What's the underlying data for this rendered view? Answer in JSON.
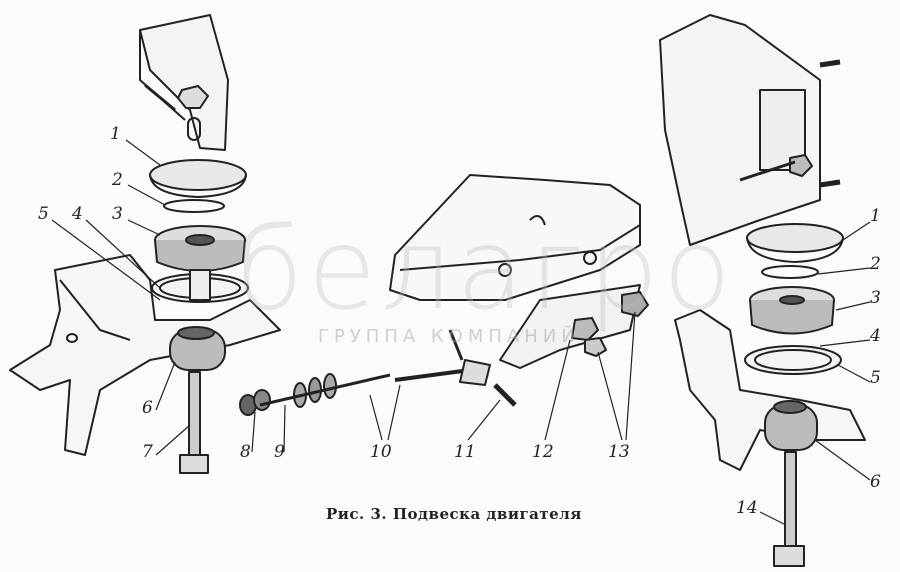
{
  "figure": {
    "caption": "Рис. 3. Подвеска двигателя",
    "watermark": {
      "brand": "белагро",
      "subtitle": "ГРУППА КОМПАНИЙ"
    },
    "left_labels": [
      "1",
      "2",
      "3",
      "4",
      "5",
      "6",
      "7",
      "8",
      "9",
      "10",
      "11",
      "12",
      "13"
    ],
    "right_labels": [
      "1",
      "2",
      "3",
      "4",
      "5",
      "6",
      "14"
    ]
  }
}
